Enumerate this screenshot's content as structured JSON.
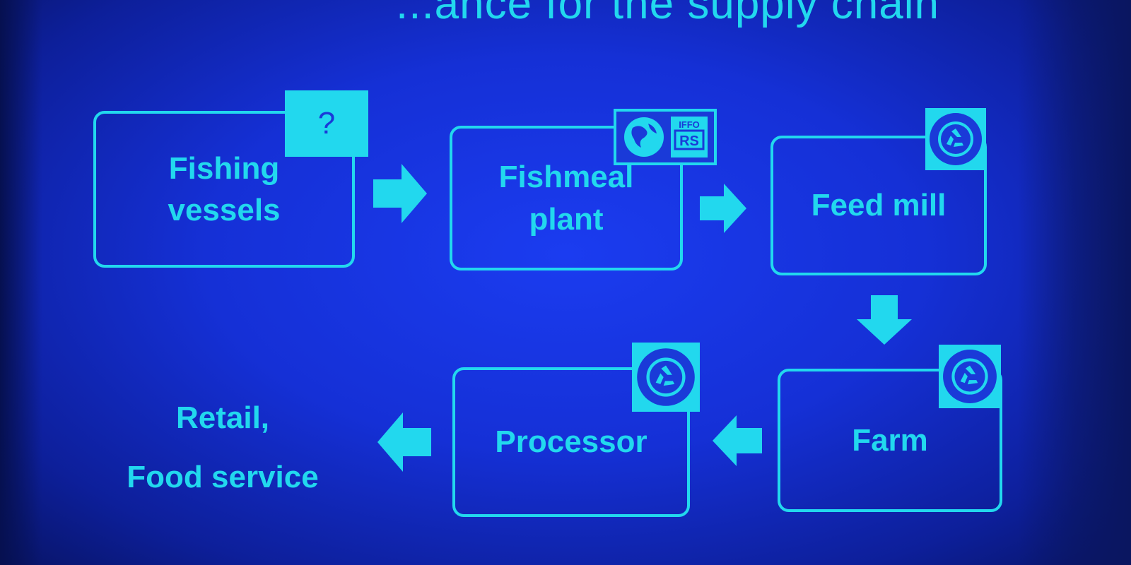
{
  "title": "...ance for the supply chain",
  "nodes": {
    "fishing": {
      "line1": "Fishing",
      "line2": "vessels",
      "badge": "?"
    },
    "fishmeal": {
      "line1": "Fishmeal",
      "line2": "plant",
      "badge_text_top": "IFFO",
      "badge_text_mid": "RS"
    },
    "feedmill": {
      "label": "Feed mill"
    },
    "farm": {
      "label": "Farm"
    },
    "processor": {
      "label": "Processor"
    },
    "retail": {
      "line1": "Retail,",
      "line2": "Food service"
    }
  },
  "icons": {
    "certification_logo": "bap-logo-icon",
    "iffo_logo": "iffo-rs-logo-icon",
    "arrow": "arrow-icon"
  },
  "colors": {
    "accent": "#22d8ee",
    "background": "#1530d6"
  }
}
